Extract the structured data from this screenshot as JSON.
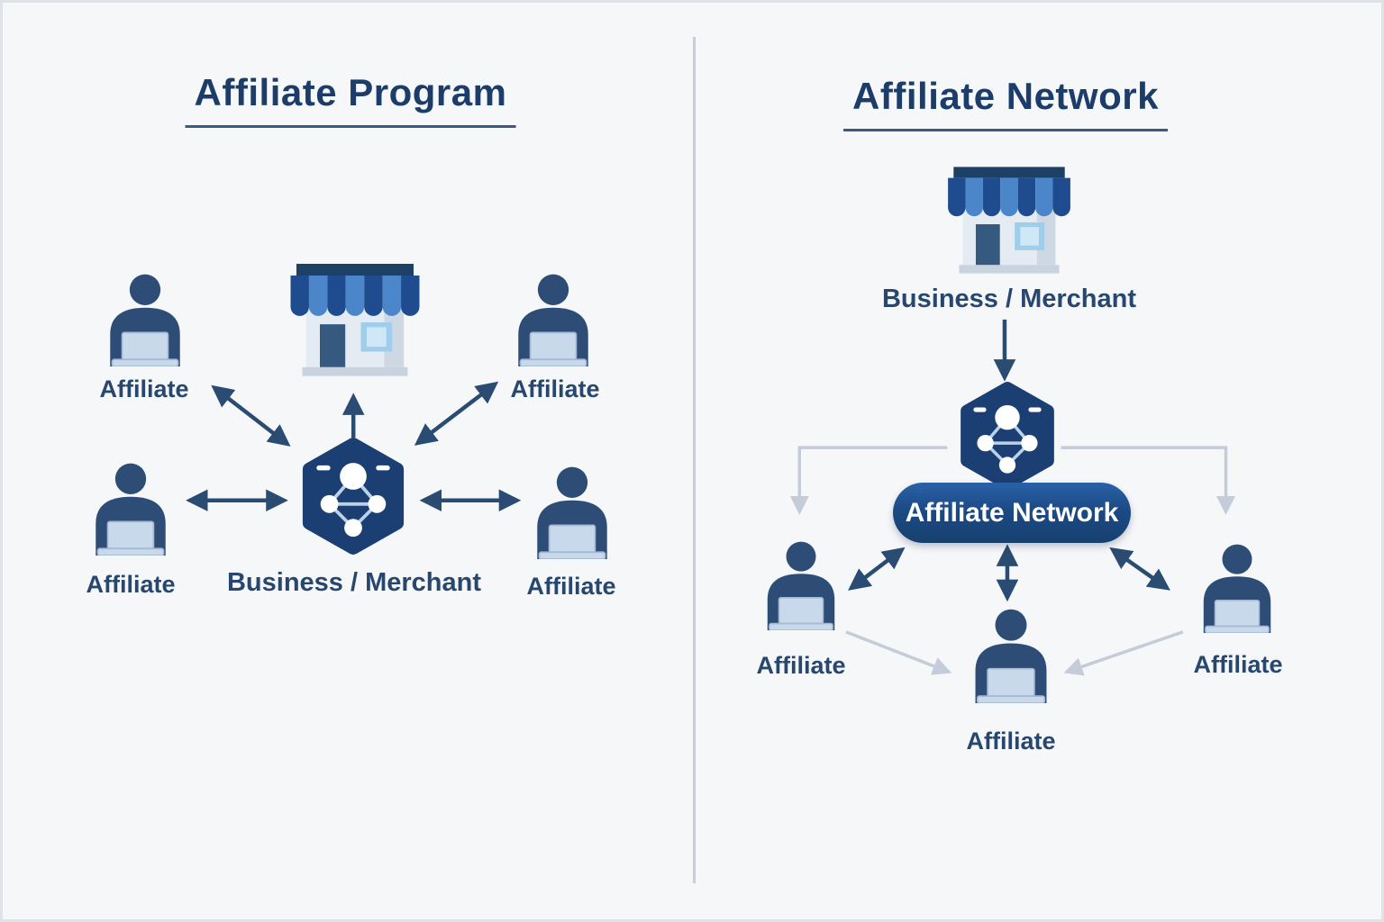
{
  "left_panel": {
    "title": "Affiliate Program",
    "merchant_label": "Business / Merchant",
    "affiliate_labels": [
      "Affiliate",
      "Affiliate",
      "Affiliate",
      "Affiliate"
    ]
  },
  "right_panel": {
    "title": "Affiliate Network",
    "merchant_label": "Business / Merchant",
    "network_badge_label": "Affiliate Network",
    "affiliate_labels": [
      "Affiliate",
      "Affiliate",
      "Affiliate"
    ]
  },
  "icons": {
    "storefront": "storefront-icon",
    "network_hub": "network-hub-icon",
    "affiliate": "person-at-laptop-icon"
  },
  "colors": {
    "background": "#f6f7f9",
    "title_text": "#1c3c69",
    "label_text": "#27476e",
    "arrow_dark": "#2b4c72",
    "arrow_light": "#c3ccd8",
    "badge_background": "#1c4a85",
    "badge_text": "#ffffff",
    "icon_primary": "#2d4d77",
    "icon_accent": "#4c86ca"
  }
}
